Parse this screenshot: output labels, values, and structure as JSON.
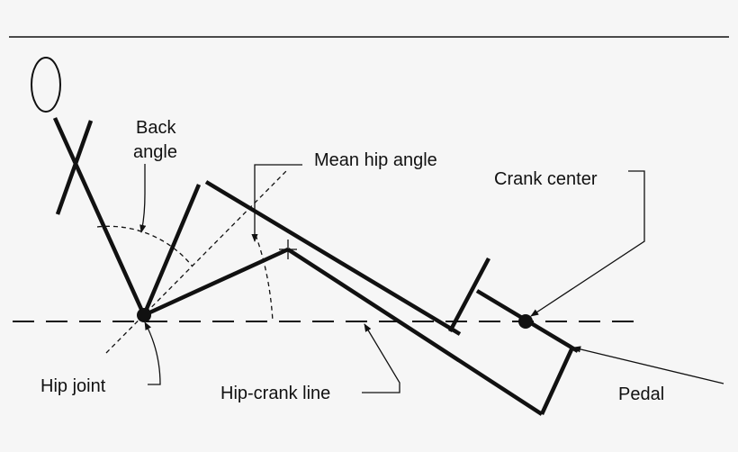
{
  "labels": {
    "back_angle_line1": "Back",
    "back_angle_line2": "angle",
    "mean_hip_angle": "Mean hip angle",
    "crank_center": "Crank center",
    "hip_joint": "Hip joint",
    "hip_crank_line": "Hip-crank line",
    "pedal": "Pedal"
  }
}
